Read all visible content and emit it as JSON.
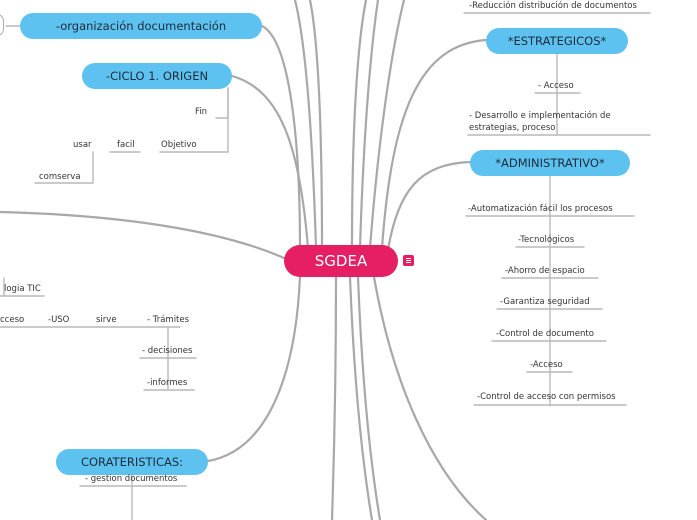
{
  "central": {
    "label": "SGDEA"
  },
  "branches": {
    "organizacion": "-organización documentación",
    "ciclo": "-CICLO 1. ORIGEN",
    "estrategicos": "*ESTRATEGICOS*",
    "administrativo": "*ADMINISTRATIVO*",
    "caracteristicas": "CORATERISTICAS:"
  },
  "topright": {
    "reduccion": "-Reducción distribución de documentos"
  },
  "ciclo_children": {
    "fin": "Fin",
    "objetivo": "Objetivo",
    "facil": "facil",
    "usar": "usar",
    "comserva": "comserva"
  },
  "estrategicos_children": {
    "acceso": "- Acceso",
    "desarrollo_line1": "- Desarrollo e implementación de",
    "desarrollo_line2": "estrategias, proceso"
  },
  "administrativo_children": [
    "-Automatización fácil los procesos",
    "-Tecnológicos",
    "-Ahorro de espacio",
    "-Garantiza seguridad",
    "-Control de documento",
    "-Acceso",
    "-Control de acceso con permisos"
  ],
  "left_children": {
    "tecnologia": "logia TIC",
    "acceso": "cceso",
    "uso": "-USO",
    "sirve": "sirve",
    "tramites": "- Trámites",
    "decisiones": "- decisiones",
    "informes": "-informes"
  },
  "caracteristicas_children": {
    "gestion": "- gestion documentos"
  },
  "colors": {
    "central": "#e61e63",
    "branch": "#5ec2f0",
    "connector": "#a8a8a8"
  }
}
